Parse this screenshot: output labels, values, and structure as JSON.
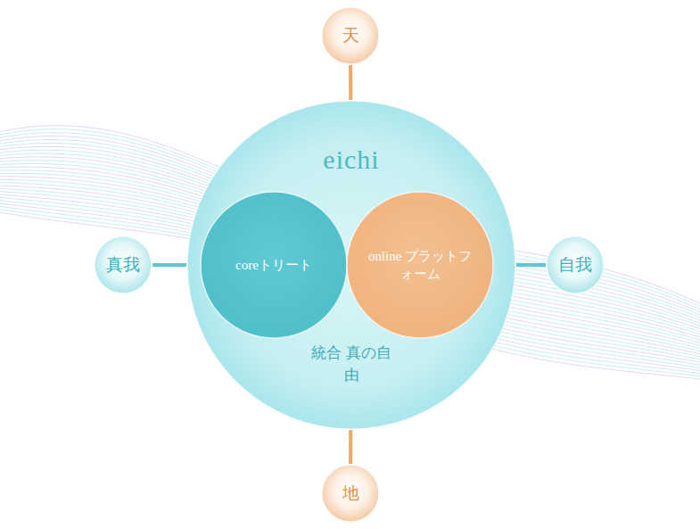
{
  "diagram": {
    "nodes": [
      {
        "text": [
          "天"
        ]
      },
      {
        "text": [
          "eichi",
          "統合 真の自由"
        ]
      },
      {
        "text": [
          "coreトリート"
        ],
        "in": 1
      },
      {
        "text": [
          "online プラットフォーム"
        ],
        "in": 1
      },
      {
        "text": [
          "真我"
        ]
      },
      {
        "text": [
          "自我"
        ]
      },
      {
        "text": [
          "地"
        ]
      }
    ],
    "edges": [
      {
        "from": 0,
        "to": 1,
        "arrow": "none"
      },
      {
        "from": 4,
        "to": 1,
        "arrow": "none"
      },
      {
        "from": 1,
        "to": 5,
        "arrow": "none"
      },
      {
        "from": 1,
        "to": 6,
        "arrow": "none"
      }
    ]
  }
}
